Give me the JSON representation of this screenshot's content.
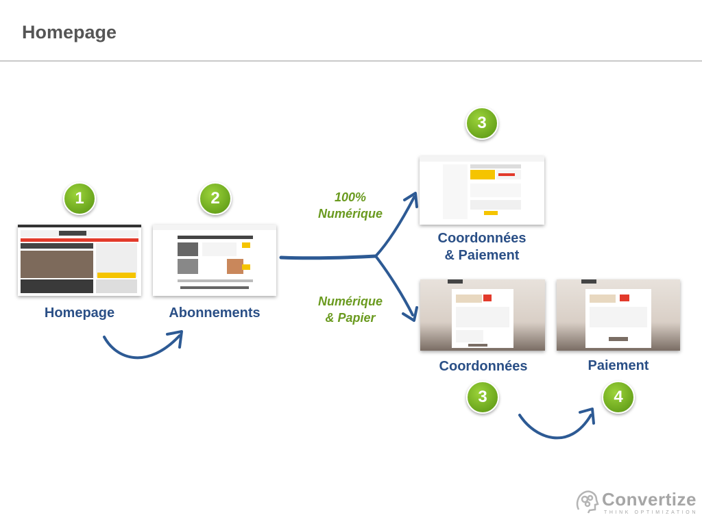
{
  "slide": {
    "title": "Homepage"
  },
  "steps": [
    {
      "badge": "1",
      "label": "Homepage"
    },
    {
      "badge": "2",
      "label": "Abonnements"
    },
    {
      "badge": "3",
      "label": "Coordonnées\n& Paiement"
    },
    {
      "badge": "3",
      "label": "Coordonnées"
    },
    {
      "badge": "4",
      "label": "Paiement"
    }
  ],
  "branches": {
    "top": "100%\nNumérique",
    "bottom": "Numérique\n& Papier"
  },
  "logo": {
    "name": "Convertize",
    "tagline": "THINK OPTIMIZATION"
  },
  "colors": {
    "badge": "#7cb926",
    "label": "#2a4f86",
    "branch_label": "#6a9a1f",
    "arrow": "#2d5a94"
  }
}
